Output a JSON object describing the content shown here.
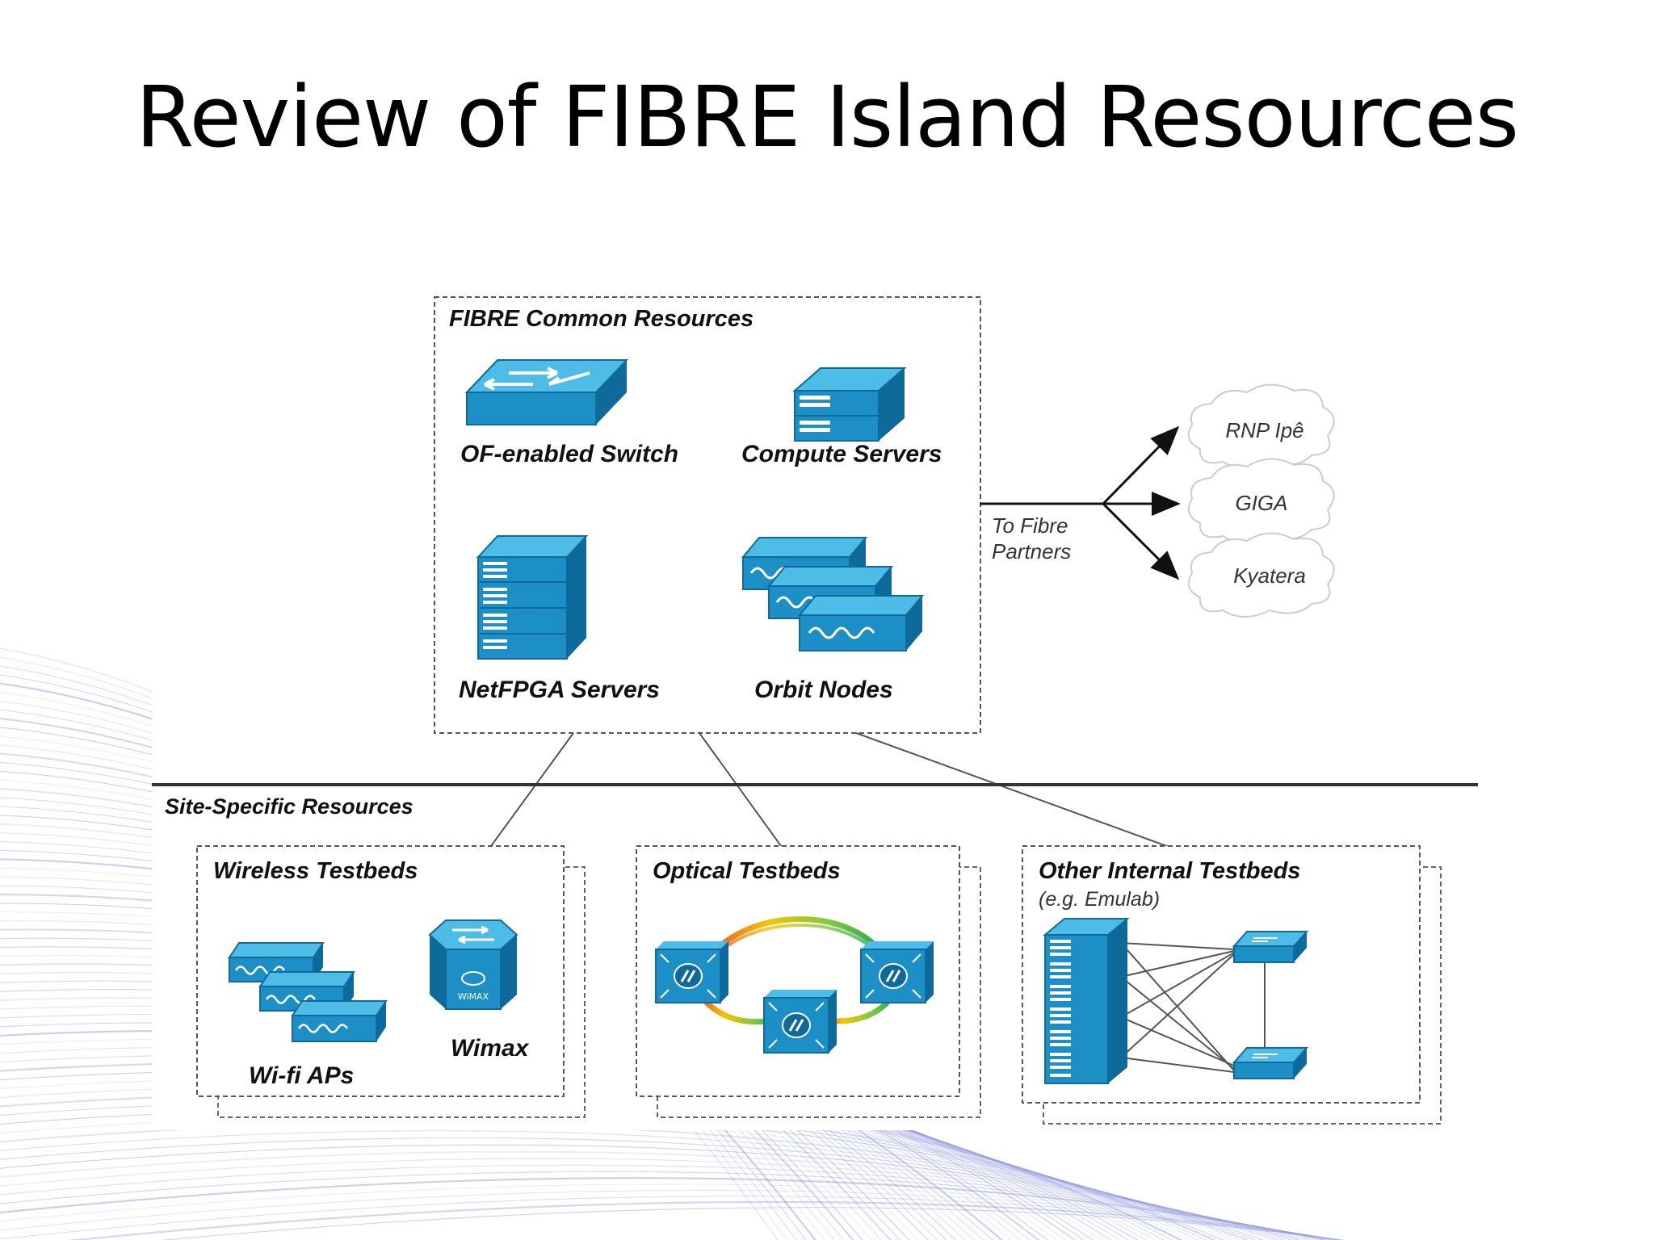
{
  "slide": {
    "title": "Review of FIBRE Island Resources"
  },
  "colors": {
    "device_top": "#4dbde8",
    "device_front": "#1d8fc7",
    "device_side": "#0e6a9a",
    "swoosh": "#7b84d8"
  },
  "diagram": {
    "common": {
      "title": "FIBRE Common Resources",
      "items": [
        {
          "label": "OF-enabled Switch",
          "icon": "openflow-switch-icon"
        },
        {
          "label": "Compute Servers",
          "icon": "compute-server-icon"
        },
        {
          "label": "NetFPGA Servers",
          "icon": "netfpga-server-icon"
        },
        {
          "label": "Orbit Nodes",
          "icon": "orbit-node-icon"
        }
      ]
    },
    "partners": {
      "label_line1": "To Fibre",
      "label_line2": "Partners",
      "clouds": [
        "RNP Ipê",
        "GIGA",
        "Kyatera"
      ]
    },
    "site": {
      "title": "Site-Specific Resources",
      "wireless": {
        "title": "Wireless Testbeds",
        "wifi_label": "Wi-fi  APs",
        "wimax_label": "Wimax",
        "wimax_badge": "WiMAX"
      },
      "optical": {
        "title": "Optical Testbeds"
      },
      "other": {
        "title": "Other Internal Testbeds",
        "subtitle": "(e.g. Emulab)"
      }
    }
  }
}
